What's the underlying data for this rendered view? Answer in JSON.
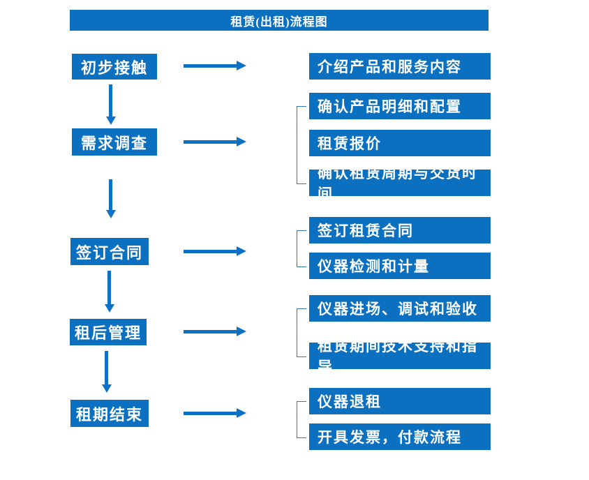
{
  "title": "租赁(出租)流程图",
  "colors": {
    "box_fill": "#0C70C0",
    "arrow": "#0D72C5",
    "bracket_line": "#2E75B6",
    "text": "#ffffff",
    "background": "#ffffff"
  },
  "rows": [
    {
      "step": "初步接触",
      "details": [
        "介绍产品和服务内容"
      ]
    },
    {
      "step": "需求调查",
      "details": [
        "确认产品明细和配置",
        "租赁报价",
        "确认租赁周期与交货时间"
      ]
    },
    {
      "step": "签订合同",
      "details": [
        "签订租赁合同",
        "仪器检测和计量"
      ]
    },
    {
      "step": "租后管理",
      "details": [
        "仪器进场、调试和验收",
        "租赁期间技术支持和指导"
      ]
    },
    {
      "step": "租期结束",
      "details": [
        "仪器退租",
        "开具发票，付款流程"
      ]
    }
  ]
}
